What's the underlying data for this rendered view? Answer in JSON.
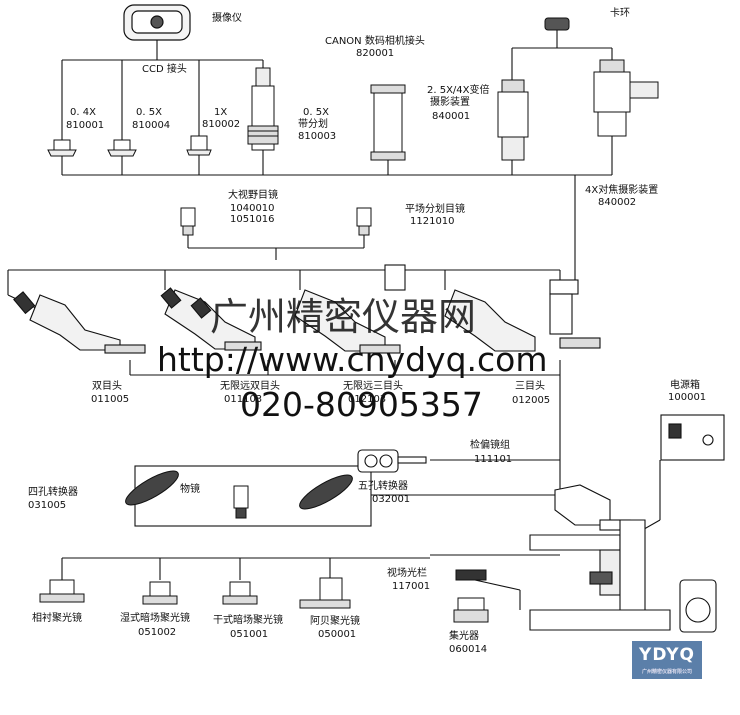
{
  "components": {
    "camera": {
      "name": "摄像仪"
    },
    "ccd_adapter": {
      "name": "CCD 接头"
    },
    "ccd_04x": {
      "name": "0. 4X",
      "code": "810001"
    },
    "ccd_05x": {
      "name": "0. 5X",
      "code": "810004"
    },
    "ccd_1x": {
      "name": "1X",
      "code": "810002"
    },
    "ccd_05x_reticle": {
      "name_line1": "0. 5X",
      "name_line2": "带分划",
      "code": "810003"
    },
    "canon_adapter": {
      "name": "CANON 数码相机接头",
      "code": "820001"
    },
    "zoom_photo": {
      "name_line1": "2. 5X/4X变倍",
      "name_line2": "摄影装置",
      "code": "840001"
    },
    "clamp_ring": {
      "name": "卡环"
    },
    "focus_photo": {
      "name": "4X对焦摄影装置",
      "code": "840002"
    },
    "wide_eyepiece": {
      "name": "大视野目镜",
      "code1": "1040010",
      "code2": "1051016"
    },
    "flat_eyepiece": {
      "name": "平场分划目镜",
      "code": "1121010"
    },
    "bino_head": {
      "name": "双目头",
      "code": "011005"
    },
    "inf_bino_head": {
      "name": "无限远双目头",
      "code": "011103"
    },
    "inf_trino_head": {
      "name": "无限远三目头",
      "code": "012103"
    },
    "trino_head": {
      "name": "三目头",
      "code": "012005"
    },
    "power_box": {
      "name": "电源箱",
      "code": "100001"
    },
    "polarizer": {
      "name": "检偏镜组",
      "code": "111101"
    },
    "four_nosepiece": {
      "name": "四孔转换器",
      "code": "031005"
    },
    "objective": {
      "name": "物镜"
    },
    "five_nosepiece": {
      "name": "五孔转换器",
      "code": "032001"
    },
    "field_diaphragm": {
      "name": "视场光栏",
      "code": "117001"
    },
    "phase_condenser": {
      "name": "相衬聚光镜"
    },
    "wet_dark_condenser": {
      "name": "湿式暗场聚光镜",
      "code": "051002"
    },
    "dry_dark_condenser": {
      "name": "干式暗场聚光镜",
      "code": "051001"
    },
    "abbe_condenser": {
      "name": "阿贝聚光镜",
      "code": "050001"
    },
    "condenser": {
      "name": "集光器",
      "code": "060014"
    }
  },
  "watermark": {
    "company": "广州精密仪器网",
    "url": "http://www.cnydyq.com",
    "phone": "020-80905357"
  },
  "logo": {
    "text": "YDYQ",
    "subtext": "广州精密仪器有限公司"
  }
}
